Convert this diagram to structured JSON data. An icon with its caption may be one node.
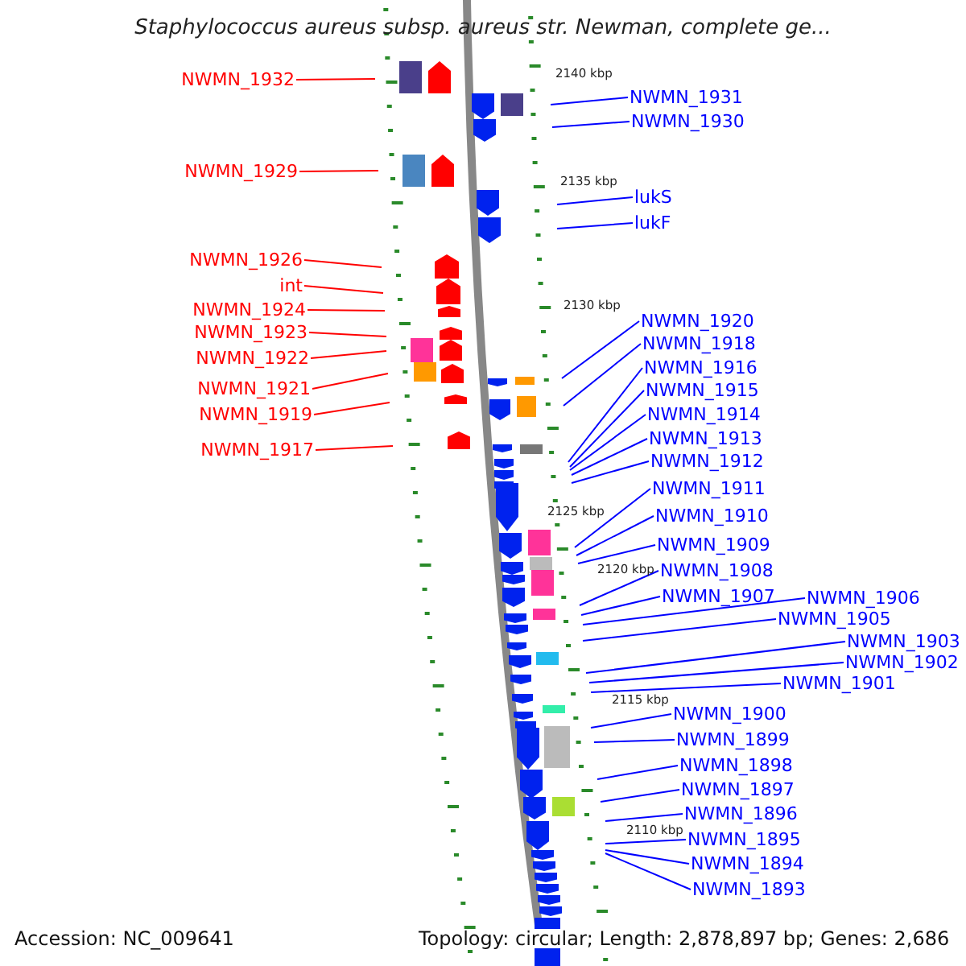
{
  "diagram": {
    "title": "Staphylococcus aureus subsp. aureus str. Newman, complete ge...",
    "nodes": [
      {
        "text": [
          "NWMN_1932"
        ]
      },
      {
        "text": [
          "NWMN_1929"
        ]
      },
      {
        "text": [
          "NWMN_1926"
        ]
      },
      {
        "text": [
          "int"
        ]
      },
      {
        "text": [
          "NWMN_1924"
        ]
      },
      {
        "text": [
          "NWMN_1923"
        ]
      },
      {
        "text": [
          "NWMN_1922"
        ]
      },
      {
        "text": [
          "NWMN_1921"
        ]
      },
      {
        "text": [
          "NWMN_1919"
        ]
      },
      {
        "text": [
          "NWMN_1917"
        ]
      },
      {
        "text": [
          "NWMN_1931"
        ]
      },
      {
        "text": [
          "NWMN_1930"
        ]
      },
      {
        "text": [
          "lukS"
        ]
      },
      {
        "text": [
          "lukF"
        ]
      },
      {
        "text": [
          "NWMN_1920"
        ]
      },
      {
        "text": [
          "NWMN_1918"
        ]
      },
      {
        "text": [
          "NWMN_1916"
        ]
      },
      {
        "text": [
          "NWMN_1915"
        ]
      },
      {
        "text": [
          "NWMN_1914"
        ]
      },
      {
        "text": [
          "NWMN_1913"
        ]
      },
      {
        "text": [
          "NWMN_1912"
        ]
      },
      {
        "text": [
          "NWMN_1911"
        ]
      },
      {
        "text": [
          "NWMN_1910"
        ]
      },
      {
        "text": [
          "NWMN_1909"
        ]
      },
      {
        "text": [
          "NWMN_1908"
        ]
      },
      {
        "text": [
          "NWMN_1907"
        ]
      },
      {
        "text": [
          "NWMN_1906"
        ]
      },
      {
        "text": [
          "NWMN_1905"
        ]
      },
      {
        "text": [
          "NWMN_1903"
        ]
      },
      {
        "text": [
          "NWMN_1902"
        ]
      },
      {
        "text": [
          "NWMN_1901"
        ]
      },
      {
        "text": [
          "NWMN_1900"
        ]
      },
      {
        "text": [
          "NWMN_1899"
        ]
      },
      {
        "text": [
          "NWMN_1898"
        ]
      },
      {
        "text": [
          "NWMN_1897"
        ]
      },
      {
        "text": [
          "NWMN_1896"
        ]
      },
      {
        "text": [
          "NWMN_1895"
        ]
      },
      {
        "text": [
          "NWMN_1894"
        ]
      },
      {
        "text": [
          "NWMN_1893"
        ]
      }
    ],
    "edges": [
      {
        "from": 0,
        "to": null,
        "arrow": "none",
        "color": "#ff0000"
      },
      {
        "from": 1,
        "to": null,
        "arrow": "none",
        "color": "#ff0000"
      },
      {
        "from": 2,
        "to": null,
        "arrow": "none",
        "color": "#ff0000"
      },
      {
        "from": 3,
        "to": null,
        "arrow": "none",
        "color": "#ff0000"
      },
      {
        "from": 4,
        "to": null,
        "arrow": "none",
        "color": "#ff0000"
      },
      {
        "from": 5,
        "to": null,
        "arrow": "none",
        "color": "#ff0000"
      },
      {
        "from": 6,
        "to": null,
        "arrow": "none",
        "color": "#ff0000"
      },
      {
        "from": 7,
        "to": null,
        "arrow": "none",
        "color": "#ff0000"
      },
      {
        "from": 8,
        "to": null,
        "arrow": "none",
        "color": "#ff0000"
      },
      {
        "from": 9,
        "to": null,
        "arrow": "none",
        "color": "#ff0000"
      },
      {
        "from": 10,
        "to": null,
        "arrow": "none"
      },
      {
        "from": 11,
        "to": null,
        "arrow": "none"
      },
      {
        "from": 12,
        "to": null,
        "arrow": "none"
      },
      {
        "from": 13,
        "to": null,
        "arrow": "none"
      },
      {
        "from": 14,
        "to": null,
        "arrow": "none"
      },
      {
        "from": 15,
        "to": null,
        "arrow": "none"
      },
      {
        "from": 16,
        "to": null,
        "arrow": "none"
      },
      {
        "from": 17,
        "to": null,
        "arrow": "none"
      },
      {
        "from": 18,
        "to": null,
        "arrow": "none"
      },
      {
        "from": 19,
        "to": null,
        "arrow": "none"
      },
      {
        "from": 20,
        "to": null,
        "arrow": "none"
      },
      {
        "from": 21,
        "to": null,
        "arrow": "none"
      },
      {
        "from": 22,
        "to": null,
        "arrow": "none"
      },
      {
        "from": 23,
        "to": null,
        "arrow": "none"
      },
      {
        "from": 24,
        "to": null,
        "arrow": "none"
      },
      {
        "from": 25,
        "to": null,
        "arrow": "none"
      },
      {
        "from": 26,
        "to": null,
        "arrow": "none"
      },
      {
        "from": 27,
        "to": null,
        "arrow": "none"
      },
      {
        "from": 28,
        "to": null,
        "arrow": "none"
      },
      {
        "from": 29,
        "to": null,
        "arrow": "none"
      },
      {
        "from": 30,
        "to": null,
        "arrow": "none"
      },
      {
        "from": 31,
        "to": null,
        "arrow": "none"
      },
      {
        "from": 32,
        "to": null,
        "arrow": "none"
      },
      {
        "from": 33,
        "to": null,
        "arrow": "none"
      },
      {
        "from": 34,
        "to": null,
        "arrow": "none"
      },
      {
        "from": 35,
        "to": null,
        "arrow": "none"
      },
      {
        "from": 36,
        "to": null,
        "arrow": "none"
      },
      {
        "from": 37,
        "to": null,
        "arrow": "none"
      },
      {
        "from": 38,
        "to": null,
        "arrow": "none"
      }
    ],
    "labels": [
      "2140 kbp",
      "2135 kbp",
      "2130 kbp",
      "2125 kbp",
      "2120 kbp",
      "2115 kbp",
      "2110 kbp",
      "Accession: NC_009641",
      "Topology: circular; Length: 2,878,897 bp; Genes: 2,686"
    ]
  }
}
